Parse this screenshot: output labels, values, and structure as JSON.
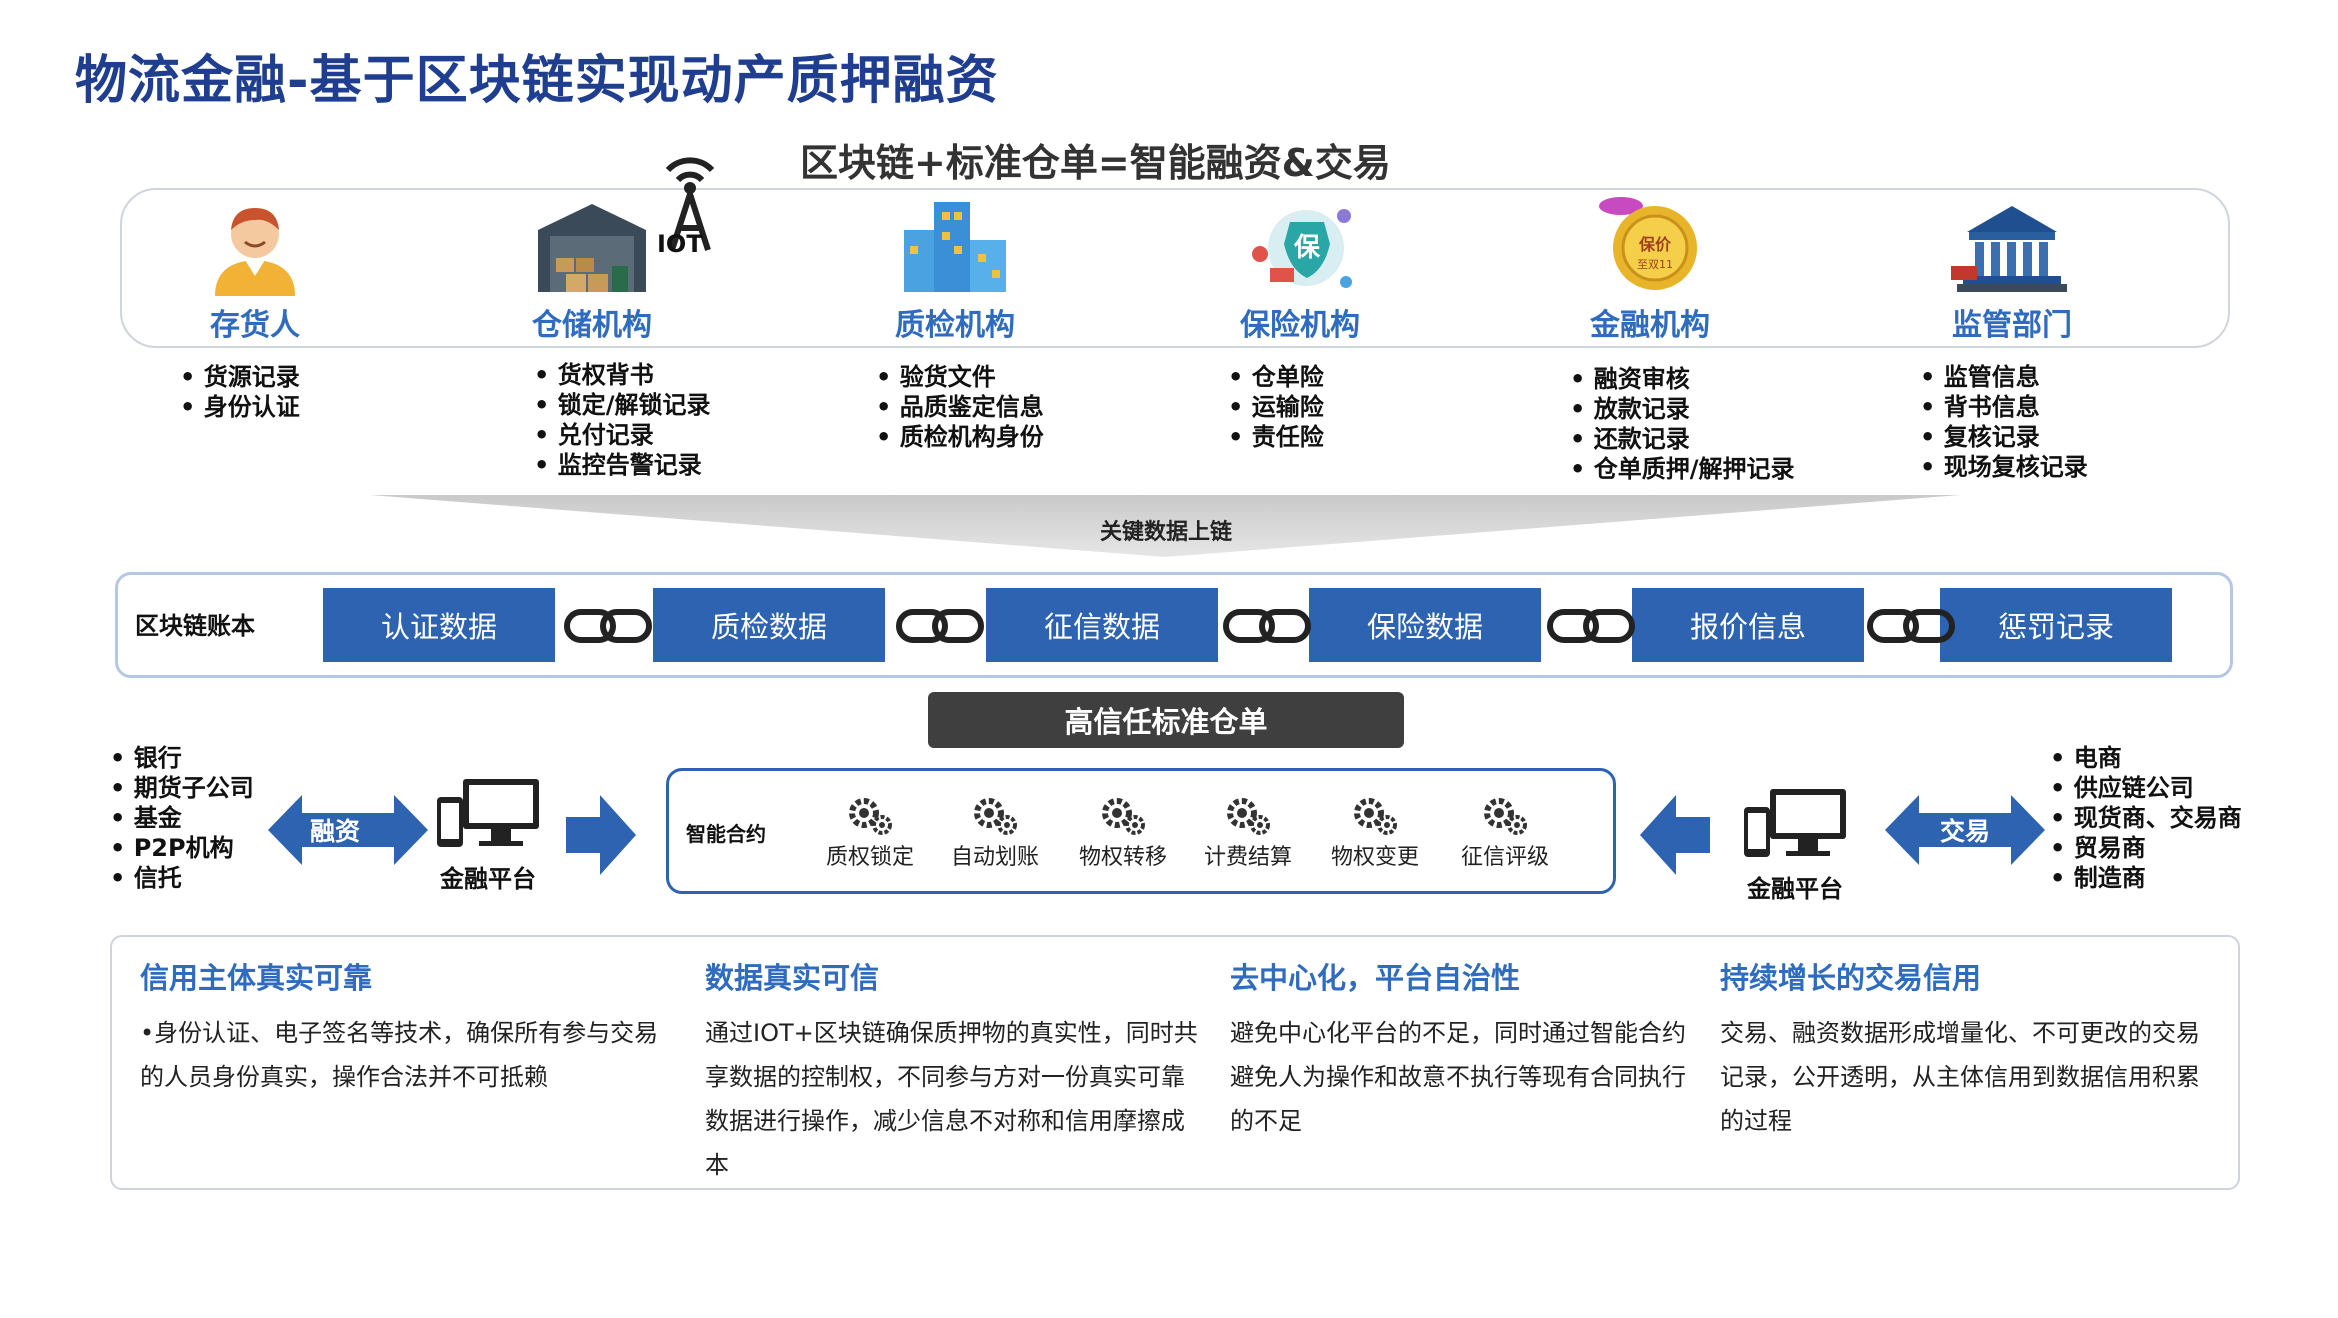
{
  "title": "物流金融-基于区块链实现动产质押融资",
  "subtitle": "区块链+标准仓单=智能融资&交易",
  "iot_label": "IOT",
  "actors": [
    {
      "label": "存货人",
      "icon": "person-icon",
      "items": [
        "货源记录",
        "身份认证"
      ]
    },
    {
      "label": "仓储机构",
      "icon": "warehouse-icon",
      "items": [
        "货权背书",
        "锁定/解锁记录",
        "兑付记录",
        "监控告警记录"
      ]
    },
    {
      "label": "质检机构",
      "icon": "building-icon",
      "items": [
        "验货文件",
        "品质鉴定信息",
        "质检机构身份"
      ]
    },
    {
      "label": "保险机构",
      "icon": "insurance-icon",
      "items": [
        "仓单险",
        "运输险",
        "责任险"
      ]
    },
    {
      "label": "金融机构",
      "icon": "gold-coin-icon",
      "items": [
        "融资审核",
        "放款记录",
        "还款记录",
        "仓单质押/解押记录"
      ]
    },
    {
      "label": "监管部门",
      "icon": "government-building-icon",
      "items": [
        "监管信息",
        "背书信息",
        "复核记录",
        "现场复核记录"
      ]
    }
  ],
  "funnel_label": "关键数据上链",
  "ledger": {
    "label": "区块链账本",
    "blocks": [
      "认证数据",
      "质检数据",
      "征信数据",
      "保险数据",
      "报价信息",
      "惩罚记录"
    ]
  },
  "trust_label": "高信任标准仓单",
  "left_parties": [
    "银行",
    "期货子公司",
    "基金",
    "P2P机构",
    "信托"
  ],
  "right_parties": [
    "电商",
    "供应链公司",
    "现货商、交易商",
    "贸易商",
    "制造商"
  ],
  "financing_label": "融资",
  "trade_label": "交易",
  "platform_label": "金融平台",
  "contract": {
    "label": "智能合约",
    "functions": [
      "质权锁定",
      "自动划账",
      "物权转移",
      "计费结算",
      "物权变更",
      "征信评级"
    ]
  },
  "benefits": [
    {
      "title": "信用主体真实可靠",
      "text": "•身份认证、电子签名等技术，确保所有参与交易的人员身份真实，操作合法并不可抵赖"
    },
    {
      "title": "数据真实可信",
      "text": "通过IOT+区块链确保质押物的真实性，同时共享数据的控制权，不同参与方对一份真实可靠数据进行操作，减少信息不对称和信用摩擦成本"
    },
    {
      "title": "去中心化，平台自治性",
      "text": "避免中心化平台的不足，同时通过智能合约避免人为操作和故意不执行等现有合同执行的不足"
    },
    {
      "title": "持续增长的交易信用",
      "text": "交易、融资数据形成增量化、不可更改的交易记录，公开透明，从主体信用到数据信用积累的过程"
    }
  ],
  "colors": {
    "title": "#1f3e8f",
    "accent": "#2f6bbf",
    "block": "#2d63b0",
    "dark": "#3f3f3f"
  }
}
